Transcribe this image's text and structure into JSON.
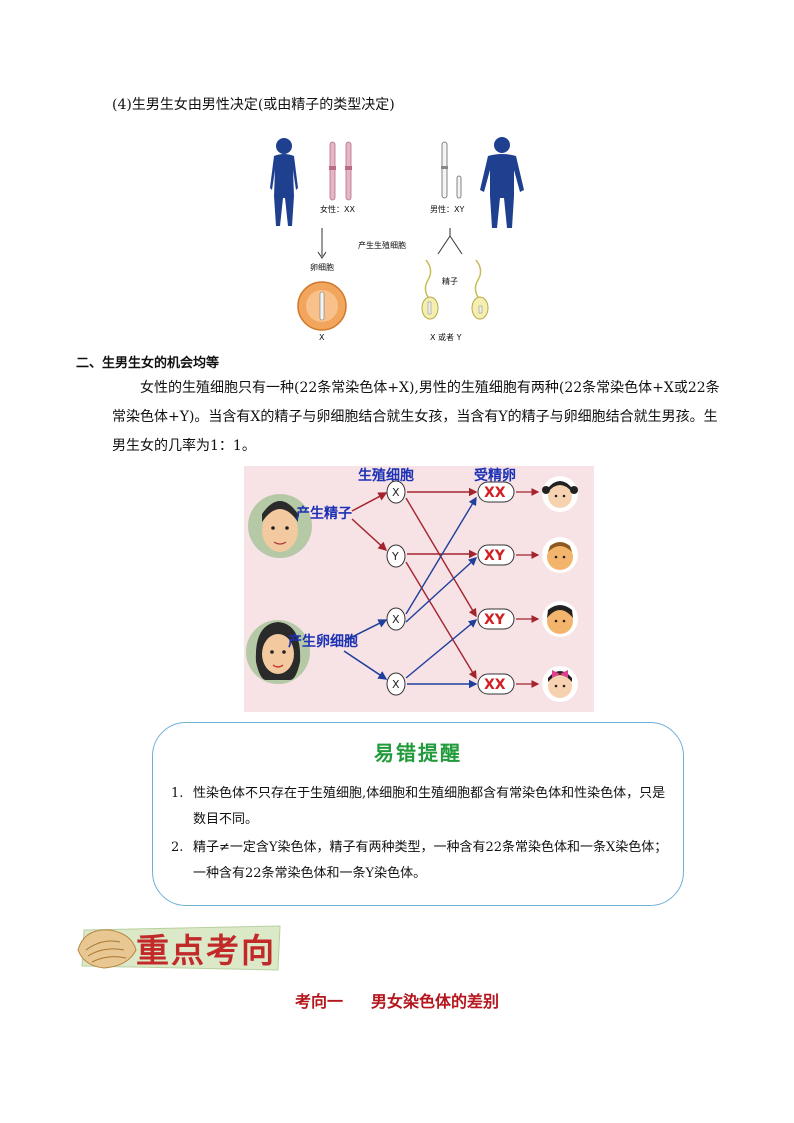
{
  "heading": "(4)生男生女由男性决定(或由精子的类型决定)",
  "figure1": {
    "female_label": "女性：XX",
    "male_label": "男性：XY",
    "center_label": "产生生殖细胞",
    "egg_label": "卵细胞",
    "egg_chrom": "X",
    "sperm_label": "精子",
    "sperm_chrom": "X  或者  Y"
  },
  "section2": {
    "title": "二、生男生女的机会均等",
    "paragraph": "女性的生殖细胞只有一种(22条常染色体+X),男性的生殖细胞有两种(22条常染色体+X或22条常染色体+Y)。当含有X的精子与卵细胞结合就生女孩，当含有Y的精子与卵细胞结合就生男孩。生男生女的几率为1：1。"
  },
  "figure2": {
    "col1_header": "生殖细胞",
    "col2_header": "受精卵",
    "father_label": "产生精子",
    "mother_label": "产生卵细胞",
    "cells": [
      "X",
      "Y",
      "X",
      "X"
    ],
    "zygotes": [
      "XX",
      "XY",
      "XY",
      "XX"
    ],
    "colors": {
      "red": "#a3242d",
      "blue": "#1e3f9b",
      "background": "#f7e2e6"
    }
  },
  "reminder": {
    "title": "易错提醒",
    "items": [
      {
        "num": "1.",
        "text": "性染色体不只存在于生殖细胞,体细胞和生殖细胞都含有常染色体和性染色体，只是数目不同。"
      },
      {
        "num": "2.",
        "text": "精子≠一定含Y染色体，精子有两种类型，一种含有22条常染色体和一条X染色体；一种含有22条常染色体和一条Y染色体。"
      }
    ]
  },
  "banner": {
    "text": "重点考向",
    "icon": "conch-shell-icon"
  },
  "kaoxiang": {
    "label": "考向一",
    "title": "男女染色体的差别"
  }
}
